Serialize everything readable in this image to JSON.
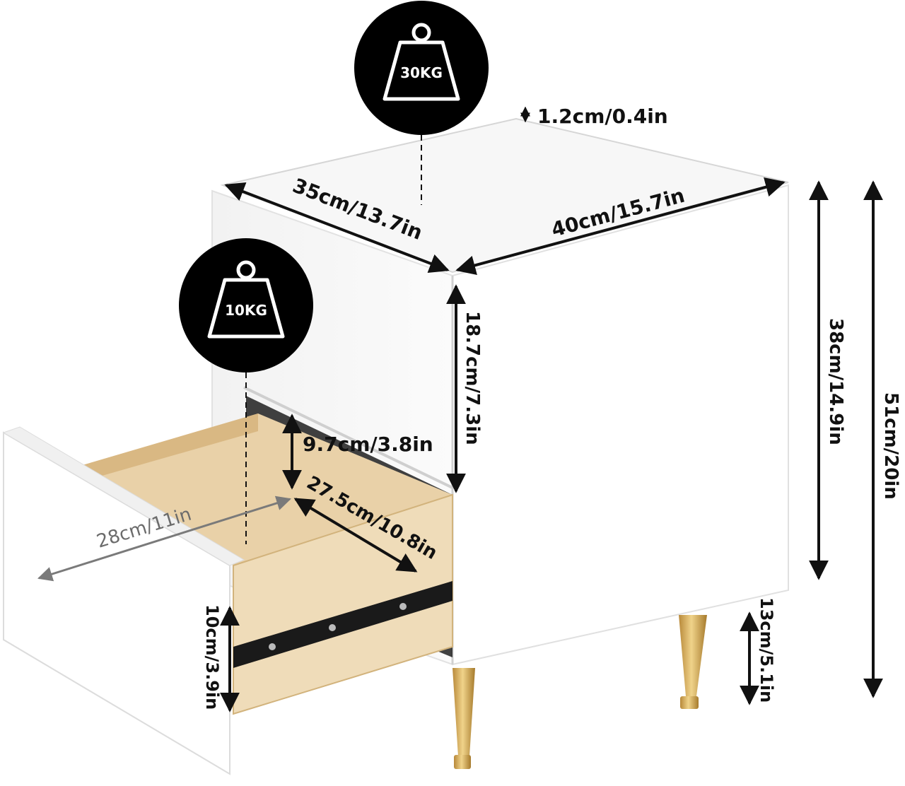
{
  "weights": {
    "top": "30KG",
    "drawer": "10KG"
  },
  "dimensions": {
    "top_thickness": "1.2cm/0.4in",
    "depth": "35cm/13.7in",
    "width": "40cm/15.7in",
    "upper_height": "18.7cm/7.3in",
    "body_height": "38cm/14.9in",
    "total_height": "51cm/20in",
    "drawer_inner_height": "9.7cm/3.8in",
    "drawer_inner_depth": "27.5cm/10.8in",
    "drawer_extension": "28cm/11in",
    "drawer_front_height": "10cm/3.9in",
    "leg_height": "13cm/5.1in"
  },
  "colors": {
    "ink": "#111111",
    "body": "#ffffff",
    "wood": "#e8cfa6",
    "gold": "#d4ac58",
    "grey_label": "#6b6b6b"
  }
}
